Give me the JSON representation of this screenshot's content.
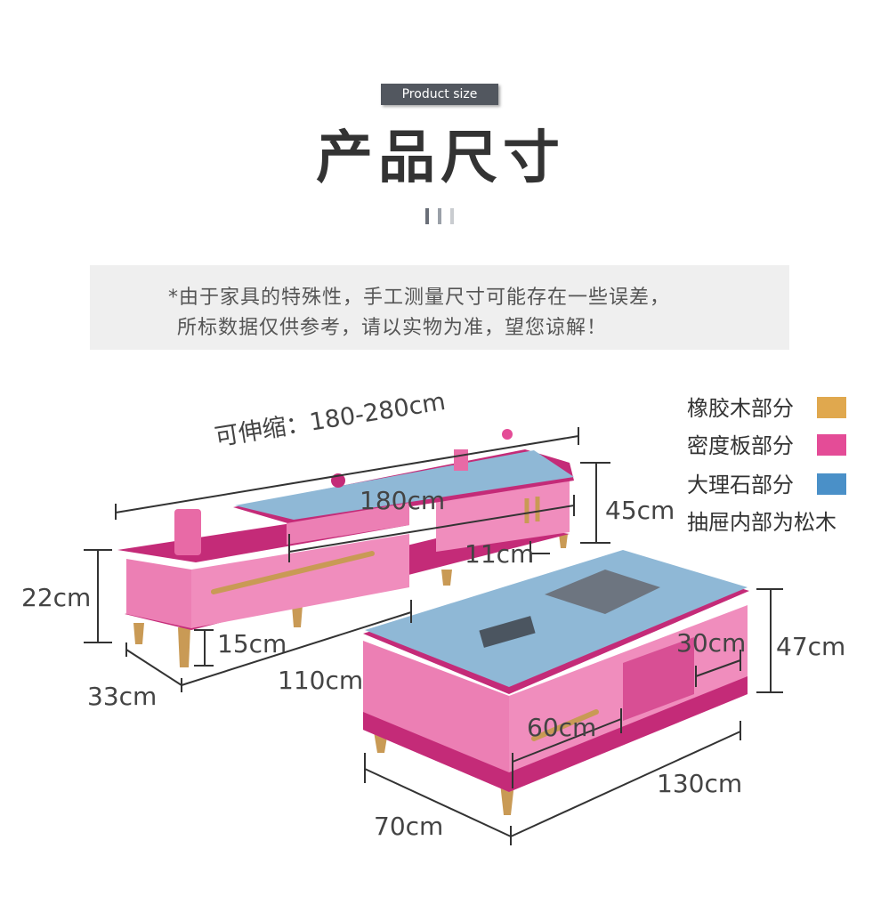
{
  "header": {
    "badge_label": "Product size",
    "title": "产品尺寸"
  },
  "note": {
    "line1": "*由于家具的特殊性，手工测量尺寸可能存在一些误差，",
    "line2": "所标数据仅供参考，请以实物为准，望您谅解！"
  },
  "legend": {
    "items": [
      {
        "label": "橡胶木部分",
        "color": "#e0a84e"
      },
      {
        "label": "密度板部分",
        "color": "#e44c97"
      },
      {
        "label": "大理石部分",
        "color": "#4a90c8"
      }
    ],
    "footnote": "抽屉内部为松木"
  },
  "tv_stand": {
    "extend_label": "可伸缩：180-280cm",
    "length_label": "180cm",
    "height_label": "45cm",
    "step_label": "11cm",
    "body_height_label": "22cm",
    "leg_label": "15cm",
    "depth_label": "33cm",
    "width_label": "110cm"
  },
  "coffee_table": {
    "height_label": "47cm",
    "inner_label": "30cm",
    "drawer_label": "60cm",
    "length_label": "130cm",
    "depth_label": "70cm"
  },
  "colors": {
    "marble": "#8fb8d6",
    "body_pink": "#ec7fb4",
    "frame_magenta": "#c42b78",
    "wood": "#c99a55"
  }
}
